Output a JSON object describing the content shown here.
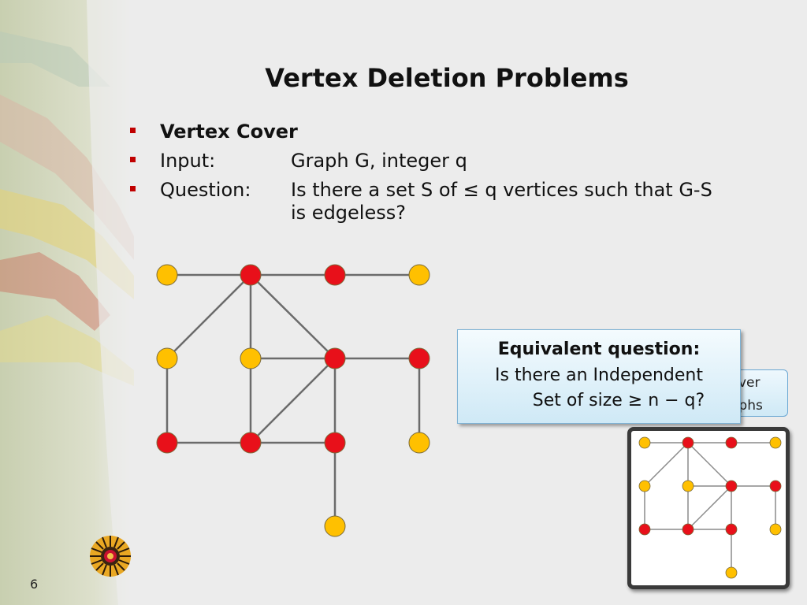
{
  "slide": {
    "title": "Vertex Deletion Problems",
    "bullets": [
      {
        "label": "Vertex Cover",
        "value": ""
      },
      {
        "label": "Input:",
        "value": "Graph G, integer q"
      },
      {
        "label": "Question:",
        "value": "Is there a set S of ≤ q vertices such that G-S",
        "continuation": "is edgeless?"
      }
    ],
    "callout": {
      "heading": "Equivalent question:",
      "line1": "Is there an Independent",
      "line2": "Set of size ≥ n − q?"
    },
    "hidden_box": {
      "line1": "ver",
      "line2": "aphs"
    },
    "page_number": "6"
  },
  "colors": {
    "red_vertex": "#e8101a",
    "yellow_vertex": "#ffc000",
    "bullet": "#c00000",
    "edge": "#707070"
  },
  "icons": [
    "university-seal-logo"
  ]
}
